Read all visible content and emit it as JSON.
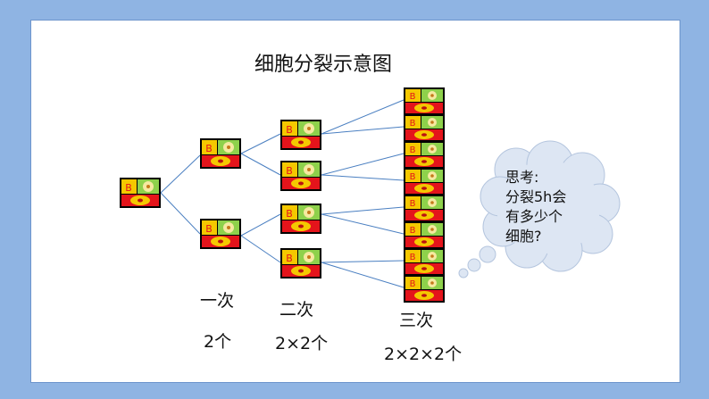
{
  "diagram": {
    "title": "细胞分裂示意图",
    "generations": [
      {
        "label": "一次",
        "count": "2个"
      },
      {
        "label": "二次",
        "count": "2×2个"
      },
      {
        "label": "三次",
        "count": "2×2×2个"
      }
    ],
    "thought_bubble": {
      "lines": [
        "思考:",
        "分裂5h会",
        "有多少个",
        "细胞?"
      ]
    },
    "colors": {
      "background_frame": "#8fb4e3",
      "connector_lines": "#4a7fc1",
      "cell_black": "#000000",
      "cell_red": "#e4141b",
      "cell_yellow": "#f5c800",
      "cell_green": "#8ed14b",
      "bubble_fill": "#dde6f3"
    },
    "icons": [
      "cell-icon",
      "thought-cloud-icon"
    ]
  }
}
